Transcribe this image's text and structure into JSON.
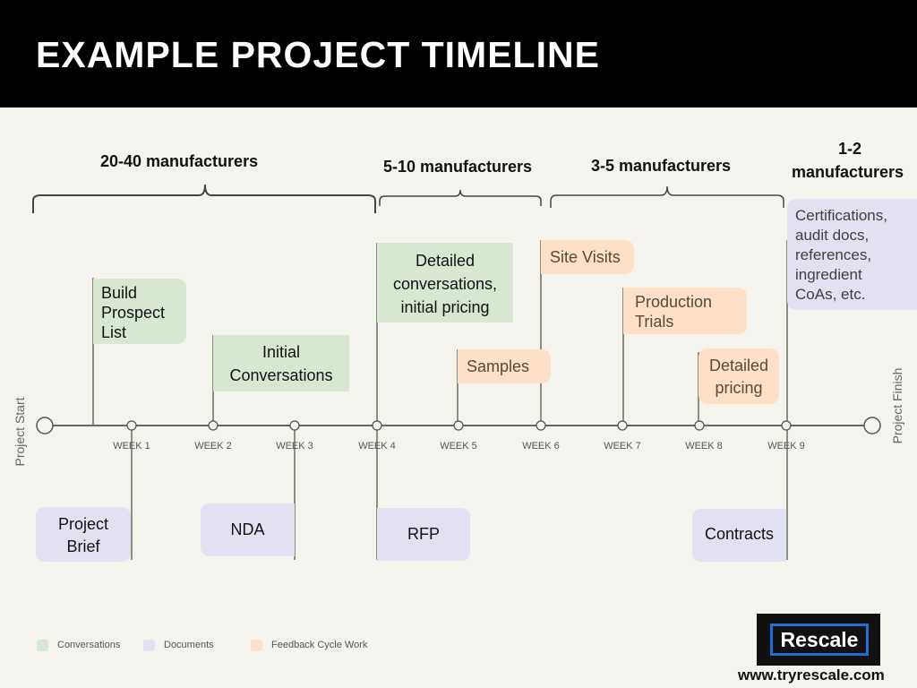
{
  "title": "EXAMPLE PROJECT TIMELINE",
  "phases": {
    "p1": "20-40 manufacturers",
    "p2": "5-10 manufacturers",
    "p3": "3-5 manufacturers",
    "p4_line1": "1-2",
    "p4_line2": "manufacturers"
  },
  "axis": {
    "start": "Project Start",
    "finish": "Project Finish",
    "weeks": [
      "WEEK 1",
      "WEEK 2",
      "WEEK 3",
      "WEEK 4",
      "WEEK 5",
      "WEEK 6",
      "WEEK 7",
      "WEEK 8",
      "WEEK 9"
    ]
  },
  "tasks": {
    "build_prospect_list": [
      "Build",
      "Prospect",
      "List"
    ],
    "initial_conversations": [
      "Initial",
      "Conversations"
    ],
    "detailed_conversations": [
      "Detailed",
      "conversations,",
      "initial pricing"
    ],
    "samples": "Samples",
    "site_visits": "Site Visits",
    "production_trials": [
      "Production",
      "Trials"
    ],
    "detailed_pricing": [
      "Detailed",
      "pricing"
    ],
    "certifications": [
      "Certifications,",
      "audit docs,",
      "references,",
      "ingredient",
      "CoAs, etc."
    ],
    "project_brief": [
      "Project",
      "Brief"
    ],
    "nda": "NDA",
    "rfp": "RFP",
    "contracts": "Contracts"
  },
  "legend": {
    "conversations": "Conversations",
    "documents": "Documents",
    "feedback": "Feedback Cycle Work"
  },
  "colors": {
    "conversations": "#d7e7d1",
    "documents": "#e1e1f1",
    "feedback": "#fde0c7",
    "header": "#000000",
    "logo_border": "#1e6fd1"
  },
  "logo": "Rescale",
  "url": "www.tryrescale.com"
}
